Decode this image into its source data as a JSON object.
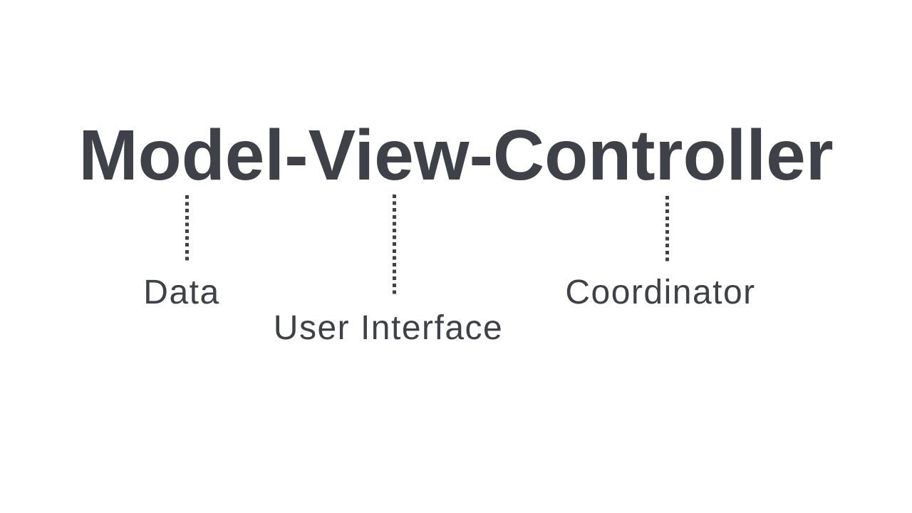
{
  "title": "Model-View-Controller",
  "labels": [
    {
      "text": "Data"
    },
    {
      "text": "User Interface"
    },
    {
      "text": "Coordinator"
    }
  ],
  "connectors": [
    {
      "from_word": "Model",
      "to_label": "Data",
      "style": "dotted"
    },
    {
      "from_word": "View",
      "to_label": "User Interface",
      "style": "dotted"
    },
    {
      "from_word": "Controller",
      "to_label": "Coordinator",
      "style": "dotted"
    }
  ],
  "colors": {
    "text": "#3e4248",
    "background": "#ffffff"
  }
}
